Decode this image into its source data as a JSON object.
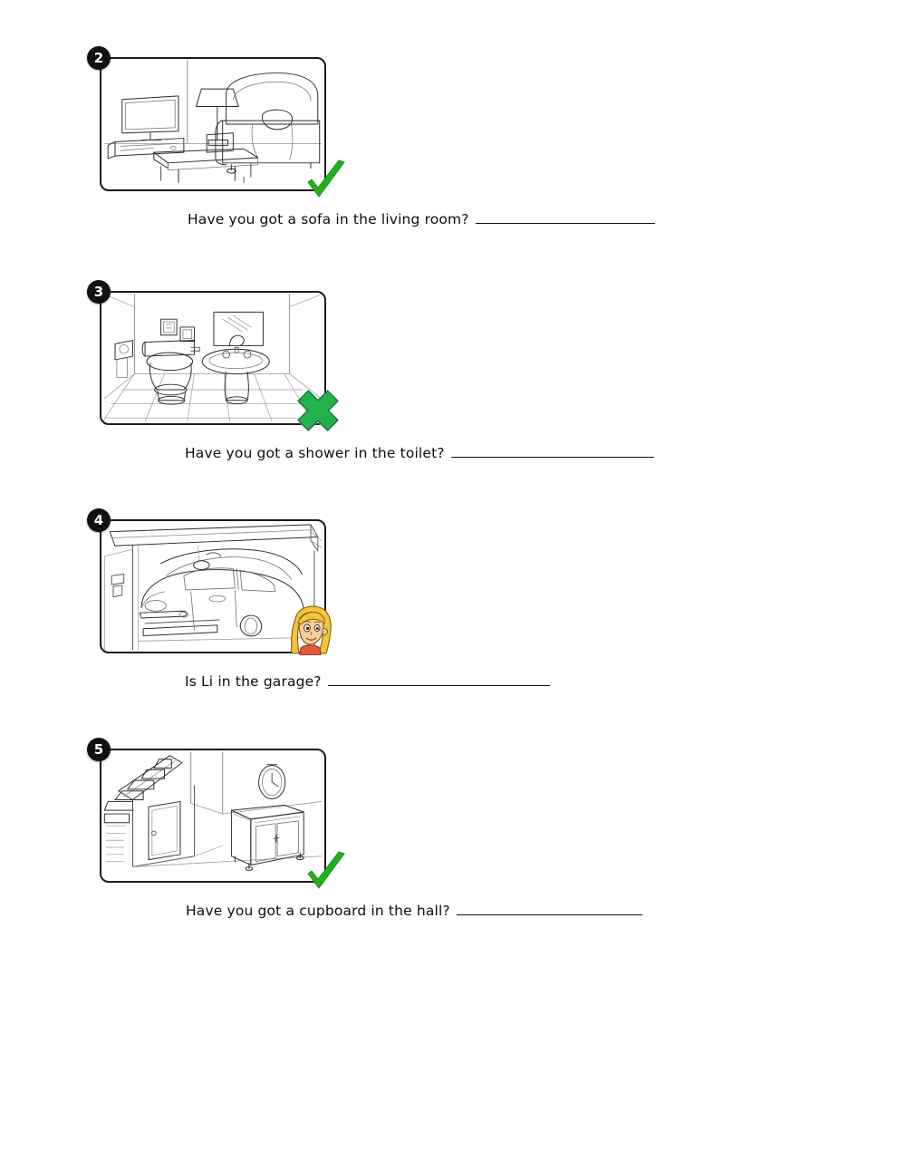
{
  "worksheet": {
    "title": "Have you got ...? Rooms in the house picture questions",
    "page_background": "#ffffff",
    "text_color": "#0d0d0d",
    "tick_color": "#22b01e",
    "cross_color": "#22b24c",
    "badge_background": "#111111",
    "badge_text_color": "#ffffff",
    "frame_border_color": "#1a1a1a"
  },
  "items": [
    {
      "number": "2",
      "scene": "living-room-scene",
      "scene_objects": [
        "television",
        "media-console",
        "floor-lamp",
        "sofa",
        "cushion",
        "coffee-table"
      ],
      "mark": "check",
      "mark_label": "green-check-mark",
      "question": "Have you got a sofa in the living room?",
      "answer_blank": ""
    },
    {
      "number": "3",
      "scene": "bathroom-scene",
      "scene_objects": [
        "toilet",
        "pedestal-sink",
        "mirror",
        "faucet",
        "toilet-paper-holder",
        "wall-pictures",
        "tiled-floor"
      ],
      "mark": "cross",
      "mark_label": "green-cross-mark",
      "question": "Have you got a shower in the toilet?",
      "answer_blank": ""
    },
    {
      "number": "4",
      "scene": "garage-scene",
      "scene_objects": [
        "garage-door",
        "car",
        "garage-wall",
        "light-switch"
      ],
      "mark": "none",
      "mark_label": "",
      "character": "li-face",
      "character_name": "Li",
      "question": "Is Li in the garage?",
      "answer_blank": ""
    },
    {
      "number": "5",
      "scene": "hall-scene",
      "scene_objects": [
        "staircase",
        "under-stair-door",
        "wall-clock",
        "cupboard",
        "sideboard"
      ],
      "mark": "check",
      "mark_label": "green-check-mark",
      "question": "Have you got a cupboard in the hall?",
      "answer_blank": ""
    }
  ]
}
